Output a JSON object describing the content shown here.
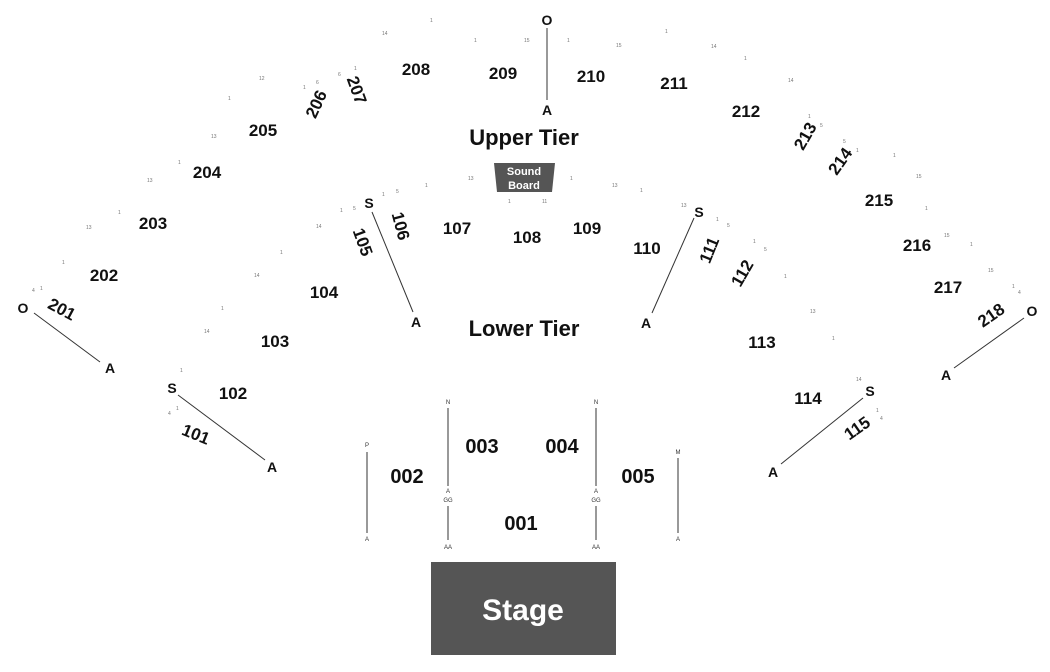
{
  "venue": {
    "upper_tier_label": "Upper Tier",
    "lower_tier_label": "Lower Tier",
    "sound_board": [
      "Sound",
      "Board"
    ],
    "stage_label": "Stage"
  },
  "sections": {
    "upper": [
      "201",
      "202",
      "203",
      "204",
      "205",
      "206",
      "207",
      "208",
      "209",
      "210",
      "211",
      "212",
      "213",
      "214",
      "215",
      "216",
      "217",
      "218"
    ],
    "lower": [
      "101",
      "102",
      "103",
      "104",
      "105",
      "106",
      "107",
      "108",
      "109",
      "110",
      "111",
      "112",
      "113",
      "114",
      "115"
    ],
    "floor": [
      "001",
      "002",
      "003",
      "004",
      "005"
    ]
  },
  "row_markers": {
    "aisle_letters": [
      "O",
      "A",
      "S",
      "N",
      "P",
      "M",
      "GG",
      "AA"
    ]
  },
  "seat_numbers": [
    "1",
    "4",
    "5",
    "6",
    "7",
    "11",
    "12",
    "13",
    "14",
    "15"
  ],
  "colors": {
    "background": "#ffffff",
    "stage": "#555555",
    "sound_board": "#555555",
    "text": "#111111",
    "aisle_line": "#333333"
  }
}
